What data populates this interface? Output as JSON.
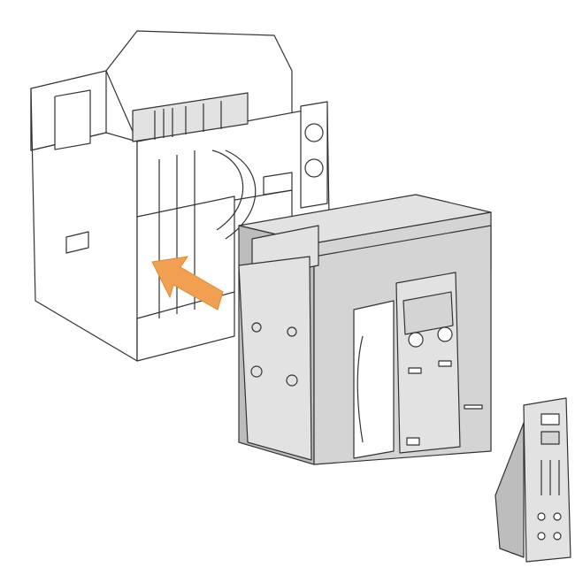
{
  "illustration": {
    "colors": {
      "arrow": "#f0a050",
      "breaker_body": "#d4d4d4",
      "cradle": "#ffffff",
      "outline": "#333333"
    },
    "parts": [
      "chassis-cradle",
      "circuit-breaker",
      "insertion-arrow",
      "trip-unit-module"
    ]
  }
}
